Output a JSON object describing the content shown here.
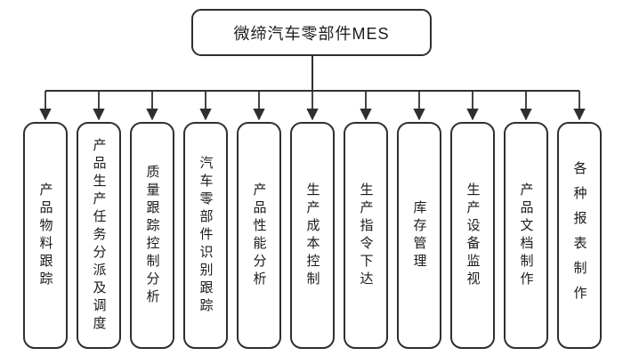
{
  "diagram": {
    "root": {
      "label": "微缔汽车零部件MES"
    },
    "children": [
      {
        "label": "产品物料跟踪"
      },
      {
        "label": "产品生产任务分派及调度"
      },
      {
        "label": "质量跟踪控制分析"
      },
      {
        "label": "汽车零部件识别跟踪"
      },
      {
        "label": "产品性能分析"
      },
      {
        "label": "生产成本控制"
      },
      {
        "label": "生产指令下达"
      },
      {
        "label": "库存管理"
      },
      {
        "label": "生产设备监视"
      },
      {
        "label": "产品文档制作"
      },
      {
        "label": "各种报表制作"
      }
    ],
    "colors": {
      "line": "#2f2f2f",
      "background": "#ffffff",
      "text": "#1c1c1c"
    }
  }
}
